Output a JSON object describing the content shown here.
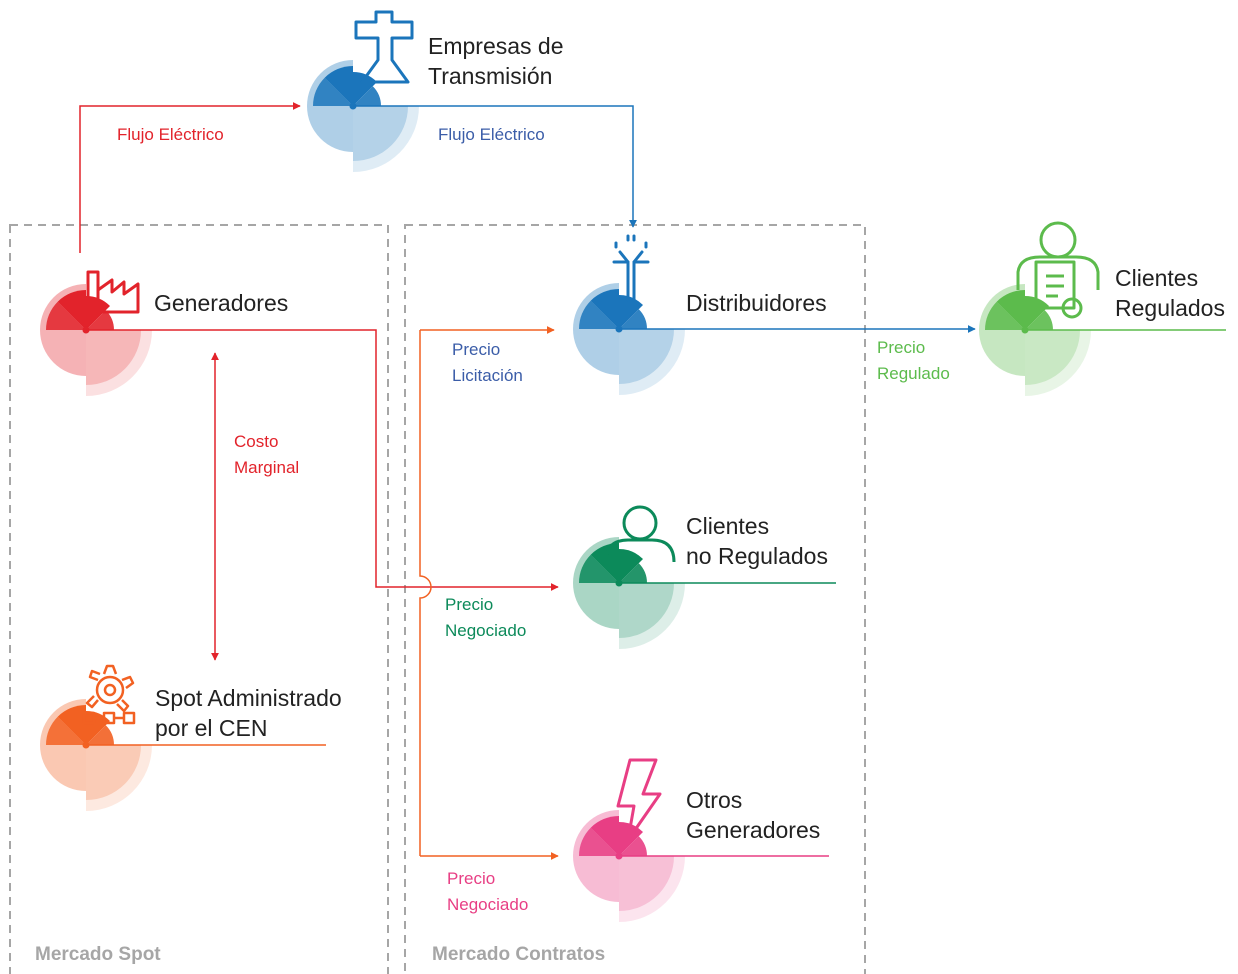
{
  "colors": {
    "red": "#e2232b",
    "blue": "#1b75bb",
    "blue_text": "#3b5da8",
    "green_dark": "#0c8a5a",
    "green_light": "#5cbb4c",
    "orange": "#f26122",
    "pink": "#e83e84",
    "region_border": "#a6a6a6"
  },
  "regions": {
    "spot": "Mercado Spot",
    "contratos": "Mercado Contratos"
  },
  "nodes": {
    "transmision": {
      "line1": "Empresas de",
      "line2": "Transmisión",
      "icon": "transmission-tower-icon"
    },
    "generadores": {
      "line1": "Generadores",
      "icon": "factory-icon"
    },
    "spot": {
      "line1": "Spot Administrado",
      "line2": "por el CEN",
      "icon": "gear-process-icon"
    },
    "distribuidores": {
      "line1": "Distribuidores",
      "icon": "distribution-pole-icon"
    },
    "clientes_regulados": {
      "line1": "Clientes",
      "line2": "Regulados",
      "icon": "person-document-icon"
    },
    "clientes_no_regulados": {
      "line1": "Clientes",
      "line2": "no Regulados",
      "icon": "person-icon"
    },
    "otros_generadores": {
      "line1": "Otros",
      "line2": "Generadores",
      "icon": "lightning-icon"
    }
  },
  "edges": {
    "flujo_gen": "Flujo Eléctrico",
    "flujo_trans": "Flujo Eléctrico",
    "costo": {
      "line1": "Costo",
      "line2": "Marginal"
    },
    "licitacion": {
      "line1": "Precio",
      "line2": "Licitación"
    },
    "regulado": {
      "line1": "Precio",
      "line2": "Regulado"
    },
    "negociado_clientes": {
      "line1": "Precio",
      "line2": "Negociado"
    },
    "negociado_otros": {
      "line1": "Precio",
      "line2": "Negociado"
    }
  }
}
